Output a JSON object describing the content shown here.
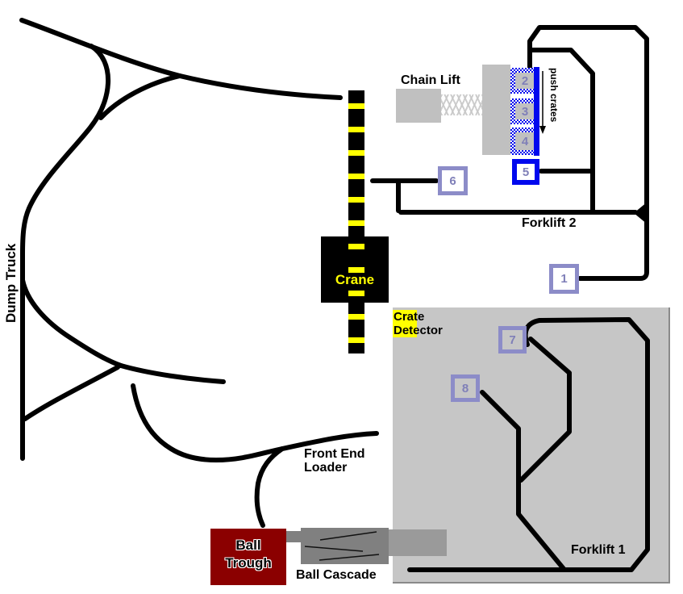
{
  "labels": {
    "dump_truck": "Dump Truck",
    "chain_lift": "Chain Lift",
    "push_crates": "push crates",
    "crane": "Crane",
    "forklift_2": "Forklift 2",
    "forklift_1": "Forklift 1",
    "crate_detector": "Crate\nDetector",
    "front_end_loader": "Front End\nLoader",
    "ball_trough": "Ball\nTrough",
    "ball_cascade": "Ball Cascade"
  },
  "stations": [
    {
      "id": "1"
    },
    {
      "id": "2"
    },
    {
      "id": "3"
    },
    {
      "id": "4"
    },
    {
      "id": "5"
    },
    {
      "id": "6"
    },
    {
      "id": "7"
    },
    {
      "id": "8"
    }
  ],
  "colors": {
    "track": "#000000",
    "station_border": "#8C8CC8",
    "station_number": "#7F7FB8",
    "crate_blue": "#0008EE",
    "crane_yellow": "#FFFF00",
    "trough_red": "#8B0000",
    "region_gray": "#C6C6C6",
    "machine_gray": "#C0C0C0",
    "cascade_gray": "#808080",
    "highlight_yellow": "#FFFF00"
  }
}
